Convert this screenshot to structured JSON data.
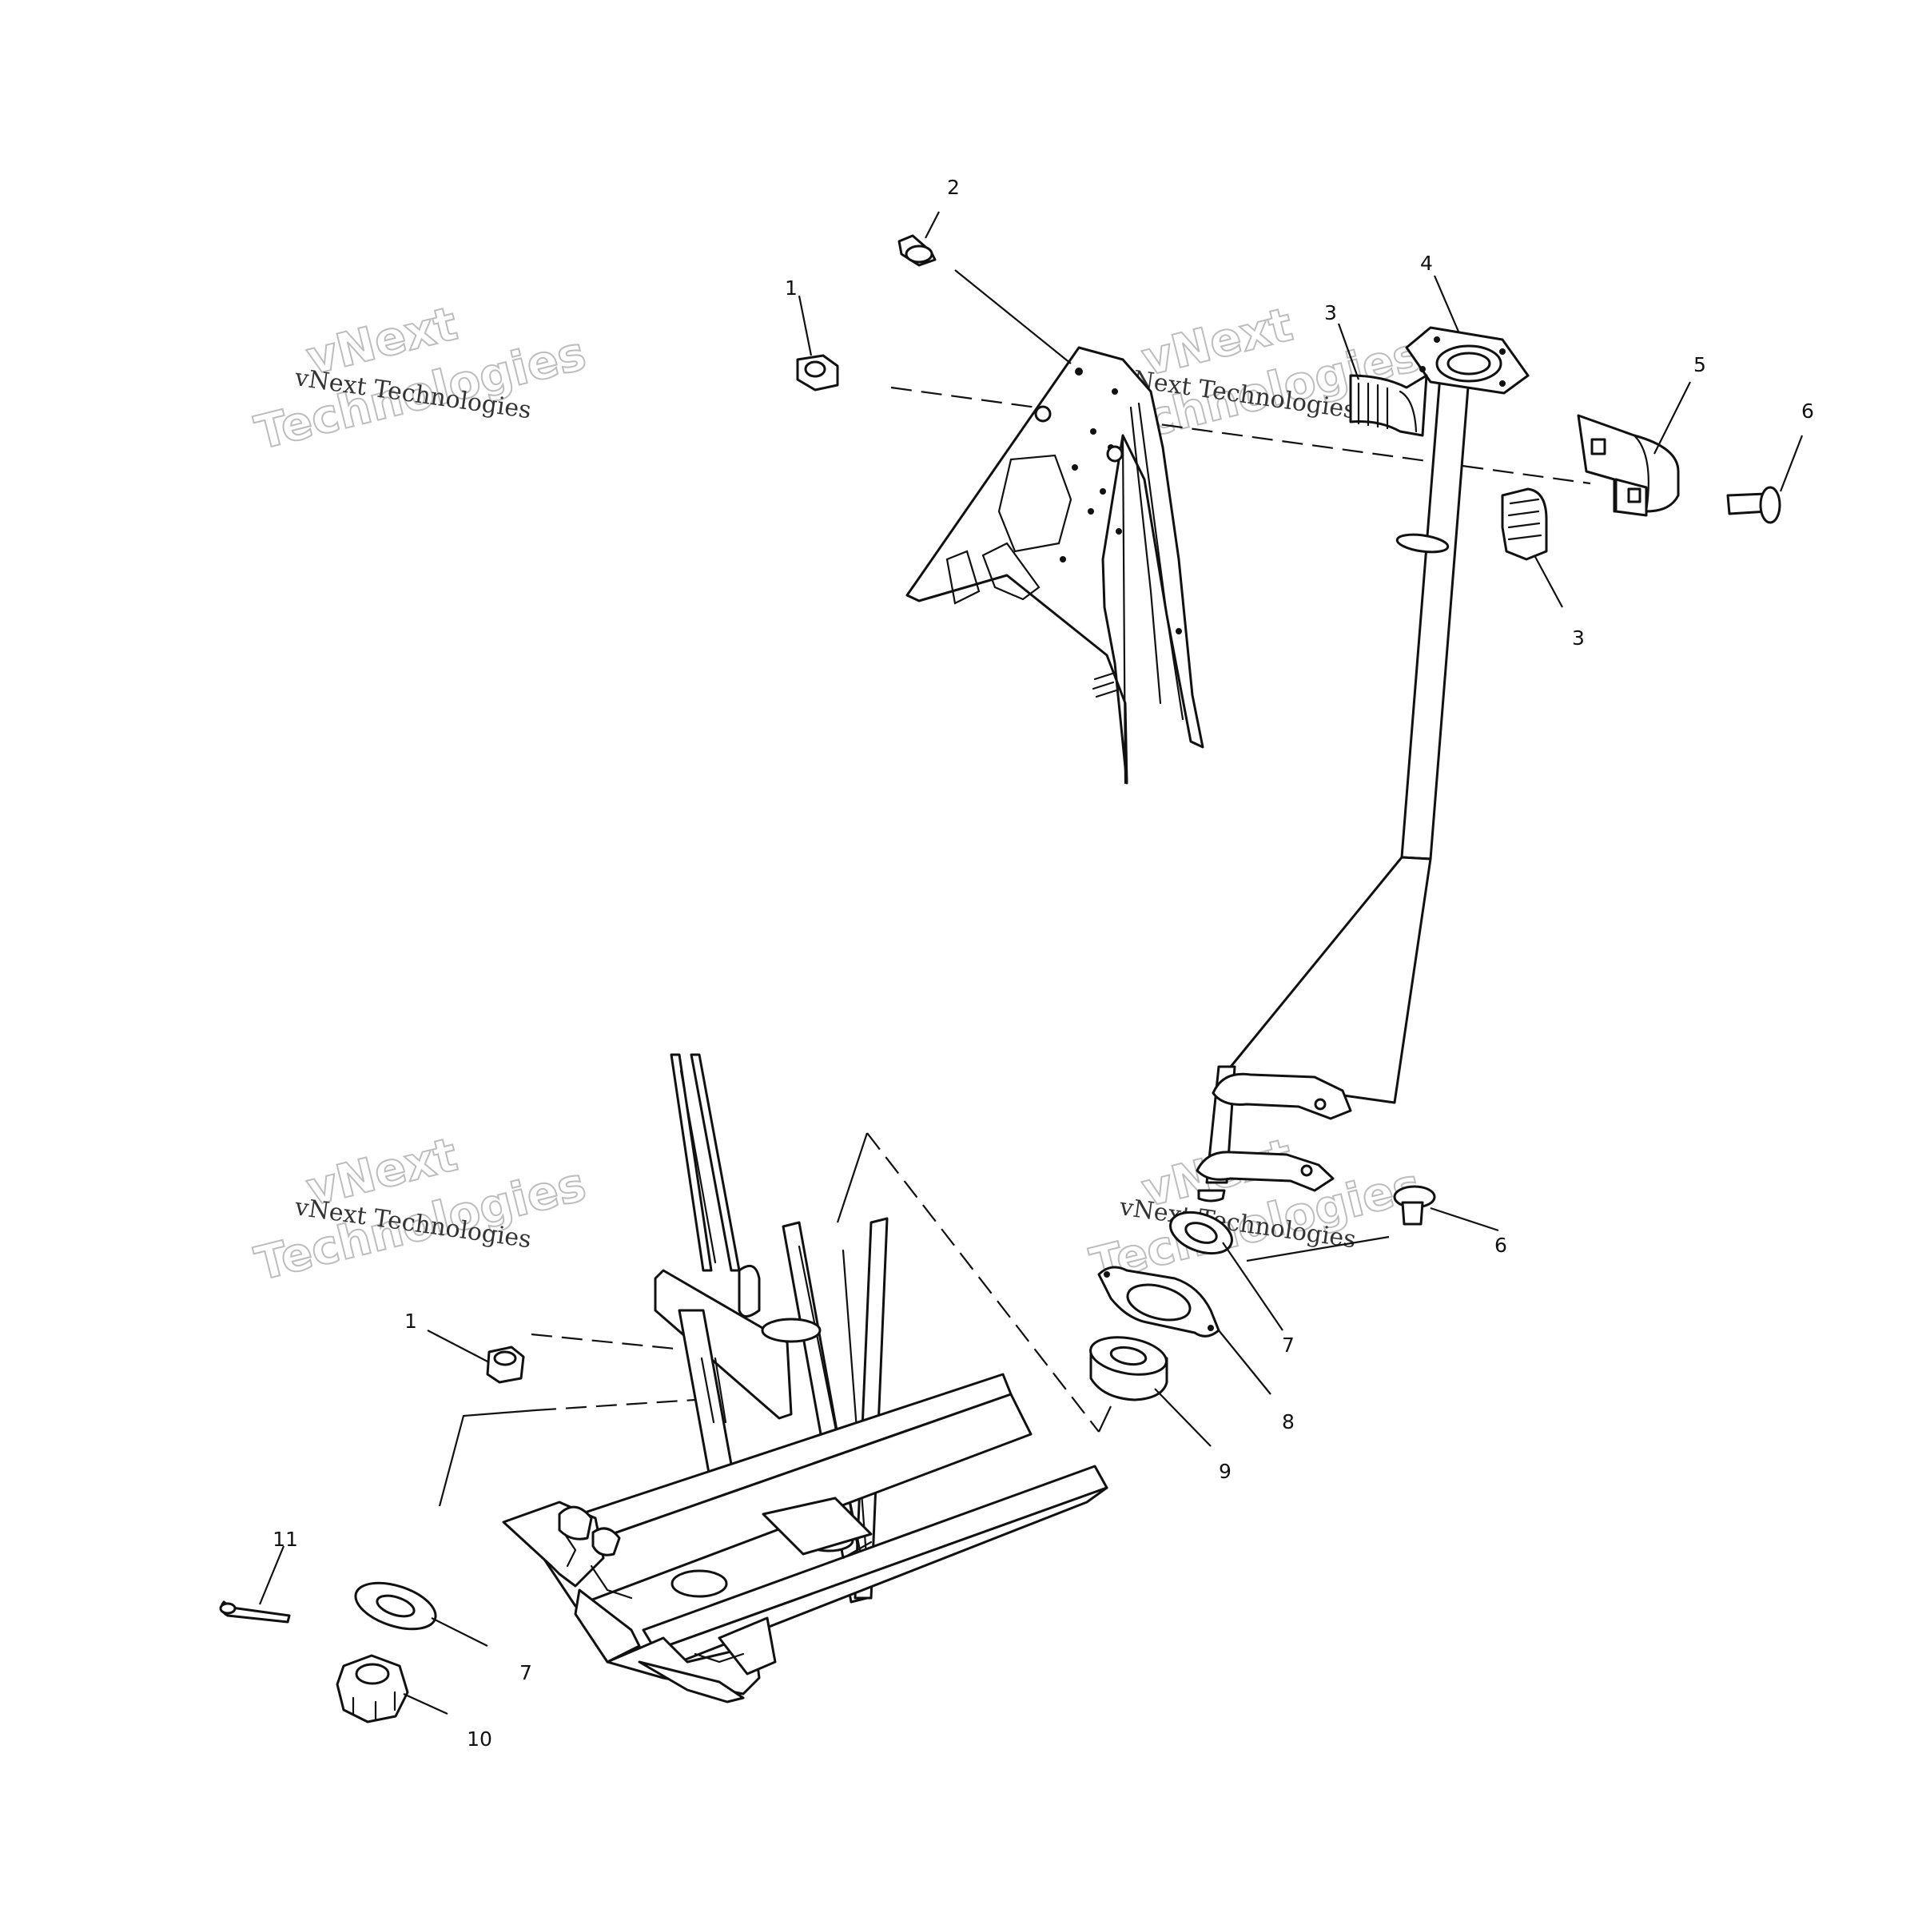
{
  "diagram": {
    "callouts": {
      "c1a": "1",
      "c2": "2",
      "c3a": "3",
      "c4": "4",
      "c5": "5",
      "c6a": "6",
      "c3b": "3",
      "c6b": "6",
      "c7a": "7",
      "c1b": "1",
      "c8": "8",
      "c9": "9",
      "c11": "11",
      "c7b": "7",
      "c10": "10"
    },
    "watermark": {
      "small_text": "vNext Technologies",
      "large_line1": "vNext",
      "large_line2": "Technologies"
    }
  }
}
